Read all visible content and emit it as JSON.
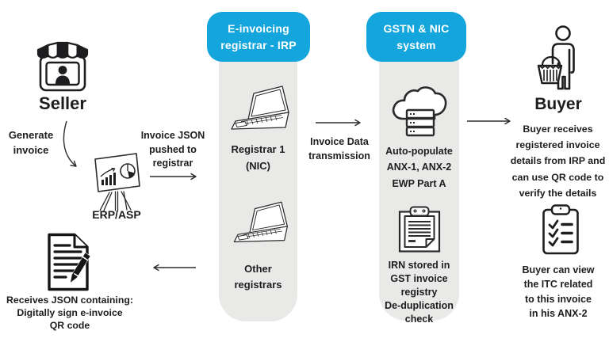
{
  "colors": {
    "accent": "#13a5db",
    "column_bg": "#e9e9e8",
    "ink": "#1d1d1f"
  },
  "seller": {
    "title": "Seller",
    "generate_note": "Generate\ninvoice",
    "erp_label": "ERP/ASP",
    "push_note": "Invoice JSON\npushed to\nregistrar",
    "receives_json_note": "Receives JSON containing:\nDigitally sign e-invoice\nQR code"
  },
  "irp_column": {
    "header": "E-invoicing\nregistrar - IRP",
    "registrar1_label": "Registrar 1\n(NIC)",
    "other_label": "Other\nregistrars"
  },
  "flow": {
    "transmission_note": "Invoice Data\ntransmission"
  },
  "gstn_column": {
    "header": "GSTN & NIC\nsystem",
    "autopopulate_label": "Auto-populate\nANX-1, ANX-2\nEWP Part A",
    "irn_label": "IRN stored in\nGST invoice\nregistry\nDe-duplication\ncheck"
  },
  "buyer": {
    "title": "Buyer",
    "receives_note": "Buyer receives\nregistered invoice\ndetails from IRP and\ncan use QR code to\nverify the details",
    "itc_note": "Buyer can view\nthe ITC related\nto this invoice\nin his ANX-2"
  },
  "icons": {
    "seller": "storefront-icon",
    "erp": "easel-chart-icon",
    "registrar1": "laptop-icon",
    "other_registrars": "laptop-icon",
    "gstn_top": "cloud-server-icon",
    "gstn_bottom": "notepad-lines-icon",
    "buyer": "person-basket-icon",
    "buyer_bottom": "checklist-icon",
    "seller_bottom": "document-pencil-icon"
  }
}
